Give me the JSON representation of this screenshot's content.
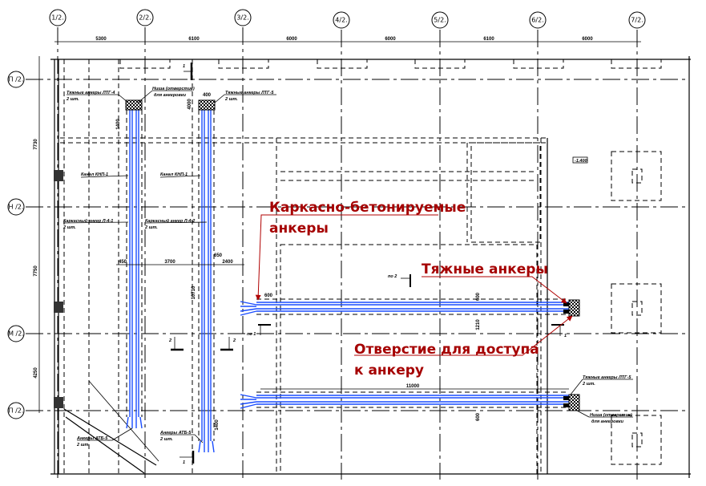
{
  "columns": [
    "1/2.",
    "2/2.",
    "3/2.",
    "4/2.",
    "5/2.",
    "6/2.",
    "7/2."
  ],
  "rows": [
    "П /2.",
    "Н /2.",
    "М /2.",
    "П /2."
  ],
  "column_dims": [
    "5300",
    "6100",
    "6000",
    "6000",
    "6100",
    "6000"
  ],
  "row_dims": [
    "7730",
    "7750",
    "4250"
  ],
  "annotations": {
    "red": {
      "cast_anchors_1": "Каркасно-бетонируемые",
      "cast_anchors_2": "анкеры",
      "tension_anchors": "Тяжные анкеры",
      "access_hole_1": "Отверстие для доступа",
      "access_hole_2": "к анкеру"
    },
    "notes": {
      "tension_a1": "Тяжные анкеры ЛТГ-4",
      "tension_a1_qty": "2 шт.",
      "niche": "Ниша (отверстие)",
      "niche_2": "для анкеровки",
      "tension_a2": "Тяжные анкеры ЛТГ-5",
      "tension_a2_qty": "2 шт.",
      "channel_1": "Канал КНП-1",
      "channel_2": "Канал КНП-1",
      "cast_1": "Каркасный анкер Л-4-1",
      "cast_1_qty": "2 шт.",
      "cast_2": "Каркасный анкер Л-4-2",
      "cast_2_qty": "2 шт.",
      "anchor_b1": "Анкеры АТБ-5",
      "anchor_b1_qty": "2 шт.",
      "anchor_b2": "Анкеры АТБ-5",
      "anchor_b2_qty": "2 шт.",
      "tension_a3": "Тяжные анкеры ЛТГ-5",
      "tension_a3_qty": "2 шт.",
      "niche_b": "Ниша (отверстие)",
      "niche_b2": "для анкеровки",
      "level": "-1.400"
    },
    "dims": {
      "d_450": "450",
      "d_3700": "3700",
      "d_2400": "2400",
      "d_650": "650",
      "d_400": "400",
      "d_1400": "1400",
      "d_v1": "4000",
      "d_v2": "10710",
      "d_600": "600",
      "d_h1": "600",
      "d_h2": "1210",
      "d_long": "11000",
      "d_v3": "600",
      "d_v4": "1400"
    },
    "sections": {
      "s1": "1",
      "s2": "2",
      "s3": "2",
      "s4": "по 2",
      "s5": "по 1",
      "s6": "1",
      "s7": "1"
    }
  }
}
